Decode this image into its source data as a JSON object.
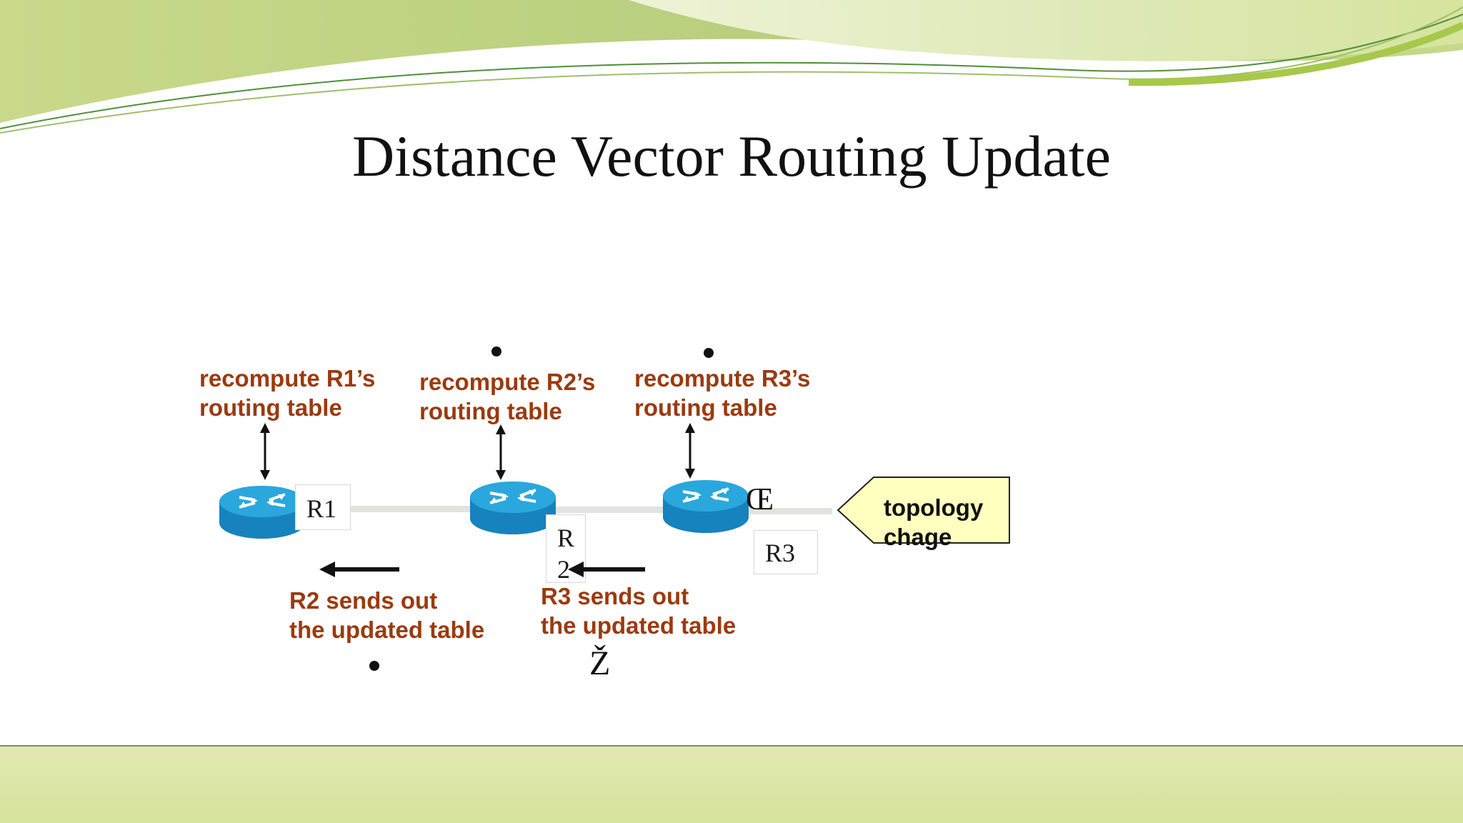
{
  "slide": {
    "title": "Distance Vector Routing Update",
    "routers": [
      {
        "id": "R1",
        "label": "R1",
        "recompute_label": "recompute R1’s\nrouting table"
      },
      {
        "id": "R2",
        "label": "R\n2",
        "recompute_label": "recompute R2’s\nrouting table"
      },
      {
        "id": "R3",
        "label": "R3",
        "recompute_label": "recompute R3’s\nrouting table"
      }
    ],
    "sends": [
      {
        "text": "R2 sends out\nthe updated table"
      },
      {
        "text": "R3 sends out\nthe updated table"
      }
    ],
    "callout": {
      "text": "topology\nchage"
    },
    "glyphs": {
      "link_break": "Œ",
      "bottom_symbol": "Ž"
    }
  },
  "colors": {
    "label_text": "#9b3a0e",
    "router_top": "#2aa7dc",
    "router_side": "#1683bf",
    "callout_fill": "#ffffc0",
    "link_line": "#e3e3dd",
    "header_green": "#9cc23a",
    "footer_band": "#d9e5a2"
  },
  "icons": [
    "router-icon",
    "double-arrow-icon",
    "left-arrow-icon",
    "bullet-icon"
  ]
}
